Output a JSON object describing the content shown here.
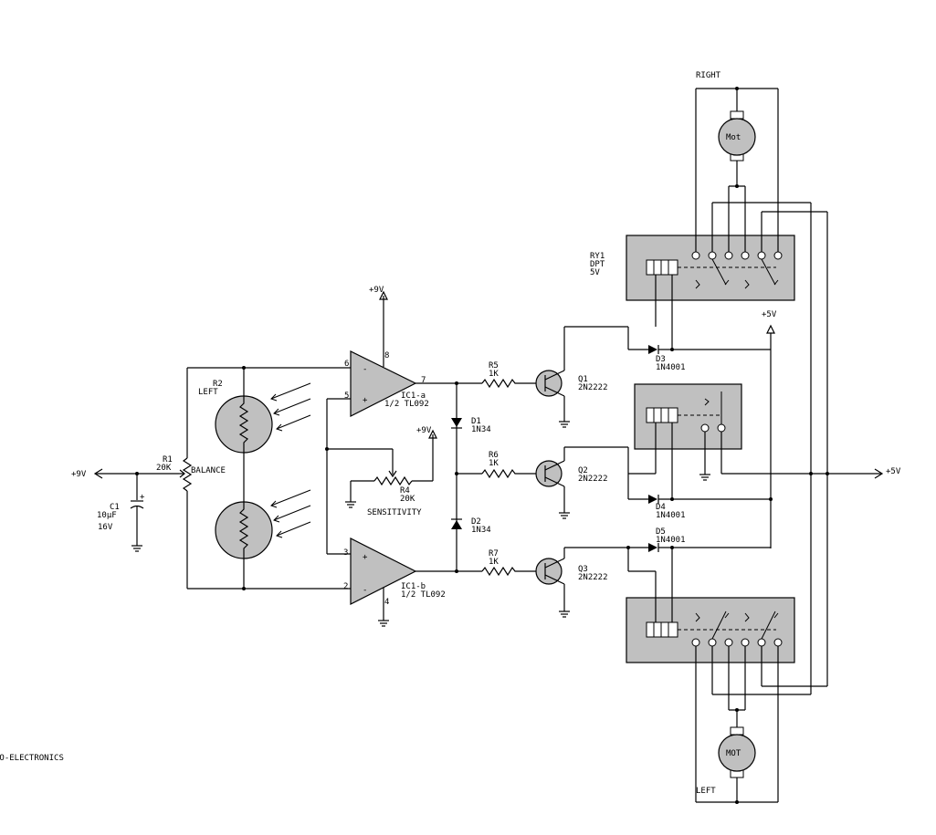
{
  "supply": {
    "plus9v_in": "+9V",
    "plus9v_ic": "+9V",
    "plus9v_r4": "+9V",
    "plus5v_top": "+5V",
    "plus5v_out": "+5V"
  },
  "parts": {
    "r1": {
      "ref": "R1",
      "value": "20K",
      "name": "BALANCE"
    },
    "r2": {
      "ref": "R2",
      "name": "LEFT"
    },
    "c1": {
      "ref": "C1",
      "value": "10µF",
      "voltage": "16V"
    },
    "r4": {
      "ref": "R4",
      "value": "20K",
      "name": "SENSITIVITY"
    },
    "ic1a": {
      "ref": "IC1-a",
      "part": "1/2 TL092"
    },
    "ic1b": {
      "ref": "IC1-b",
      "part": "1/2 TL092"
    },
    "d1": {
      "ref": "D1",
      "part": "1N34"
    },
    "d2": {
      "ref": "D2",
      "part": "1N34"
    },
    "r5": {
      "ref": "R5",
      "value": "1K"
    },
    "r6": {
      "ref": "R6",
      "value": "1K"
    },
    "r7": {
      "ref": "R7",
      "value": "1K"
    },
    "q1": {
      "ref": "Q1",
      "part": "2N2222"
    },
    "q2": {
      "ref": "Q2",
      "part": "2N2222"
    },
    "q3": {
      "ref": "Q3",
      "part": "2N2222"
    },
    "d3": {
      "ref": "D3",
      "part": "1N4001"
    },
    "d4": {
      "ref": "D4",
      "part": "1N4001"
    },
    "d5": {
      "ref": "D5",
      "part": "1N4001"
    },
    "ry1": {
      "ref": "RY1",
      "type": "DPT",
      "voltage": "5V"
    },
    "mot_right": {
      "label": "Mot",
      "name": "RIGHT"
    },
    "mot_left": {
      "label": "MOT",
      "name": "LEFT"
    }
  },
  "pins": {
    "p6": "6",
    "p5": "5",
    "p8": "8",
    "p7": "7",
    "p3": "3",
    "p2": "2",
    "p4": "4",
    "plus_a": "+",
    "minus_a": "-",
    "plus_b": "+",
    "minus_b": "-",
    "cap_plus": "+"
  },
  "credit": "IO-ELECTRONICS"
}
